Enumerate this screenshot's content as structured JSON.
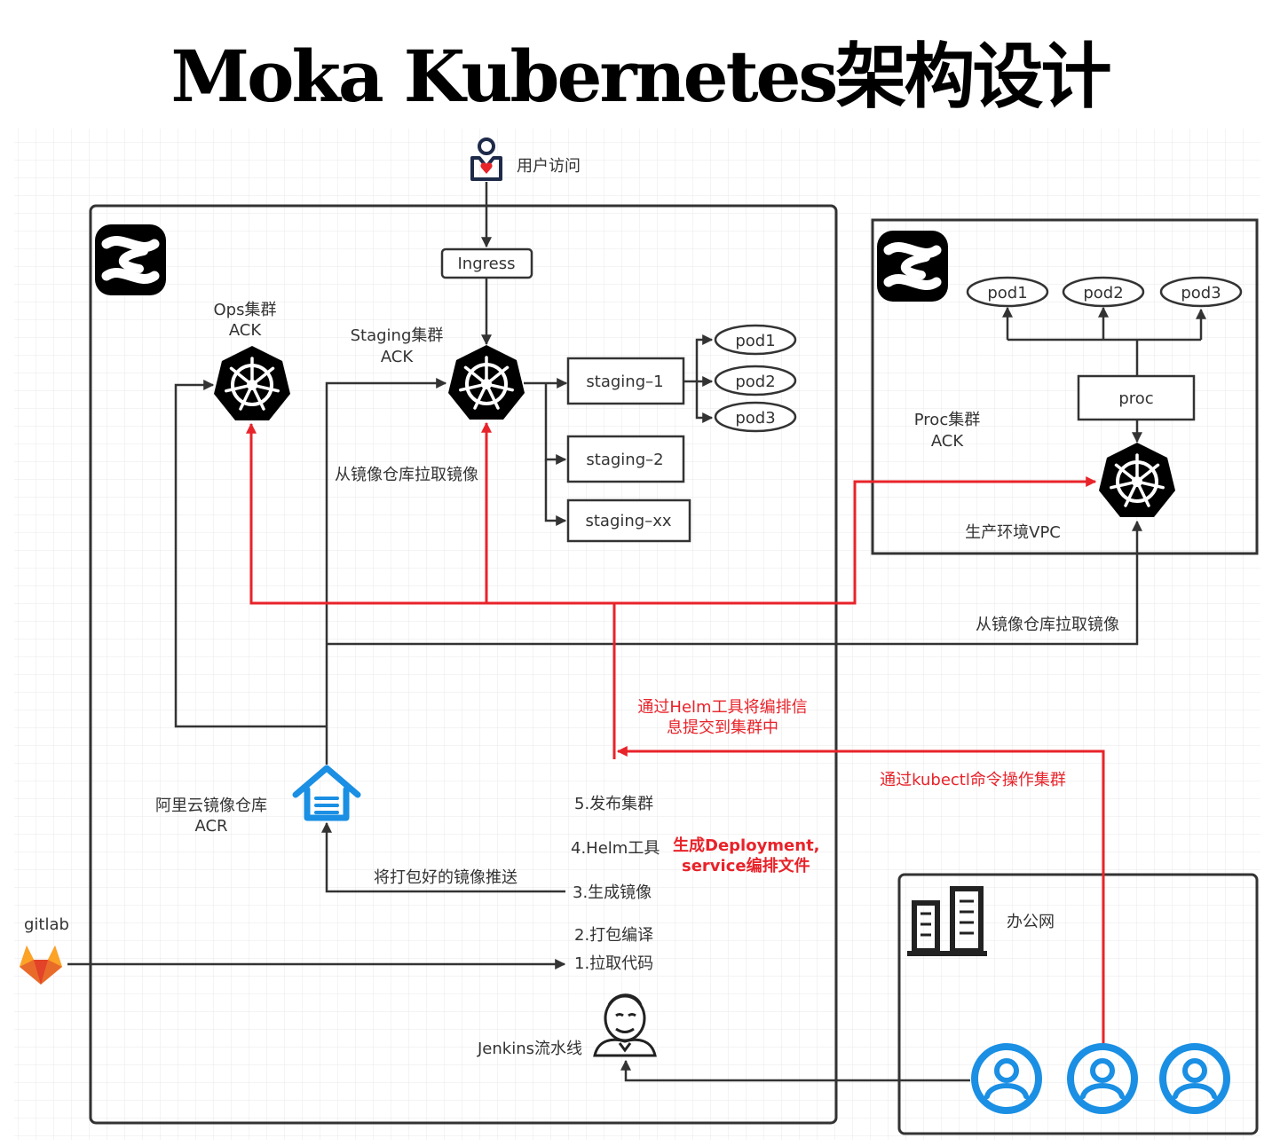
{
  "title": "Moka Kubernetes架构设计",
  "colors": {
    "accent_red": "#e8232a",
    "icon_blue": "#1a8fe3",
    "gitlab_orange": "#e96b2a",
    "grid": "#e8e8e8"
  },
  "icons": {
    "user_access": "user-shield-icon",
    "aliyun_logo": "aliyun-cloud-logo",
    "kubernetes": "kubernetes-helm-icon",
    "acr": "house-registry-icon",
    "gitlab": "gitlab-fox-icon",
    "jenkins": "jenkins-butler-icon",
    "office_building": "building-icon",
    "office_user": "user-circle-icon"
  },
  "labels": {
    "user_access": "用户访问",
    "ingress": "Ingress",
    "ops_cluster": "Ops集群",
    "ops_ack": "ACK",
    "staging_cluster": "Staging集群",
    "staging_ack": "ACK",
    "staging_1": "staging–1",
    "staging_2": "staging–2",
    "staging_xx": "staging–xx",
    "pod1": "pod1",
    "pod2": "pod2",
    "pod3": "pod3",
    "pull_image_left": "从镜像仓库拉取镜像",
    "pull_image_right": "从镜像仓库拉取镜像",
    "proc_cluster": "Proc集群",
    "proc_ack": "ACK",
    "proc": "proc",
    "prod_vpc": "生产环境VPC",
    "helm_submit_line1": "通过Helm工具将编排信",
    "helm_submit_line2": "息提交到集群中",
    "kubectl": "通过kubectl命令操作集群",
    "acr_line1": "阿里云镜像仓库",
    "acr_line2": "ACR",
    "push_image": "将打包好的镜像推送",
    "gitlab": "gitlab",
    "step5": "5.发布集群",
    "step4": "4.Helm工具",
    "step3": "3.生成镜像",
    "step2": "2.打包编译",
    "step1": "1.拉取代码",
    "gen_line1": "生成Deployment,",
    "gen_line2": "service编排文件",
    "jenkins": "Jenkins流水线",
    "office": "办公网"
  }
}
